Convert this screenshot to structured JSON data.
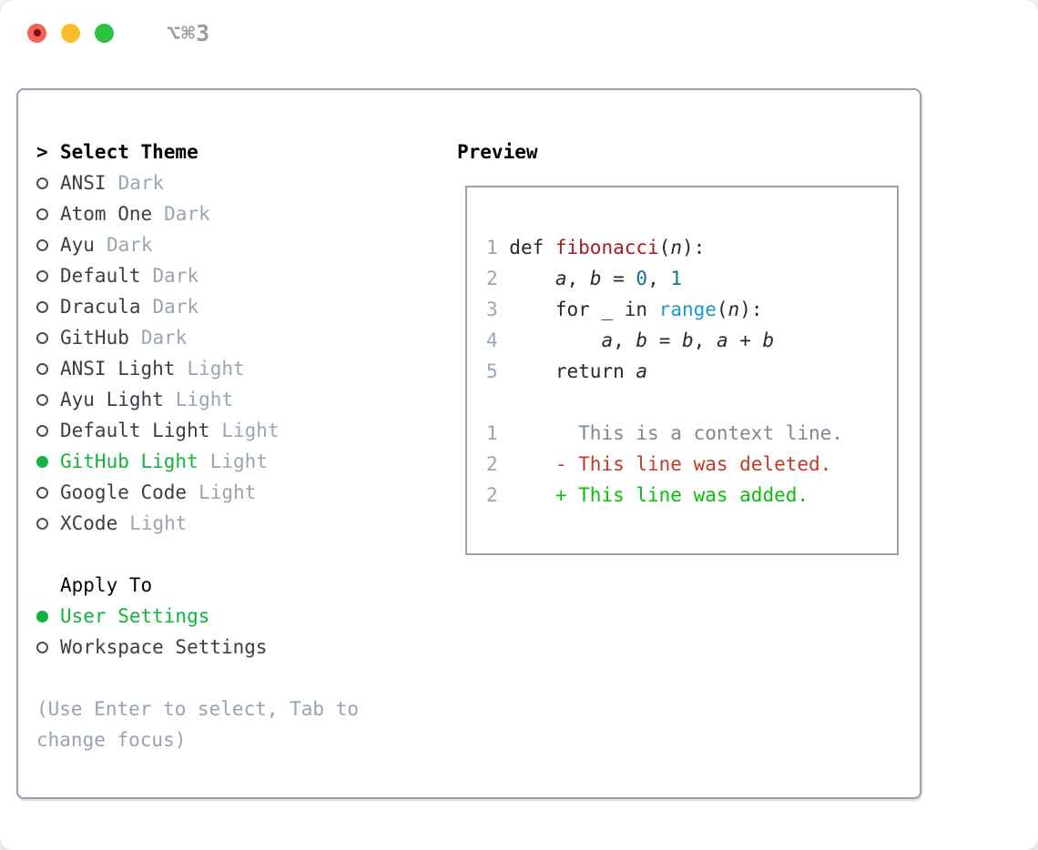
{
  "titlebar": {
    "title": "⌥⌘3"
  },
  "theme_picker": {
    "header_marker": ">",
    "header": "Select Theme",
    "items": [
      {
        "label": "ANSI",
        "tag": "Dark",
        "selected": false
      },
      {
        "label": "Atom One",
        "tag": "Dark",
        "selected": false
      },
      {
        "label": "Ayu",
        "tag": "Dark",
        "selected": false
      },
      {
        "label": "Default",
        "tag": "Dark",
        "selected": false
      },
      {
        "label": "Dracula",
        "tag": "Dark",
        "selected": false
      },
      {
        "label": "GitHub",
        "tag": "Dark",
        "selected": false
      },
      {
        "label": "ANSI Light",
        "tag": "Light",
        "selected": false
      },
      {
        "label": "Ayu Light",
        "tag": "Light",
        "selected": false
      },
      {
        "label": "Default Light",
        "tag": "Light",
        "selected": false
      },
      {
        "label": "GitHub Light",
        "tag": "Light",
        "selected": true
      },
      {
        "label": "Google Code",
        "tag": "Light",
        "selected": false
      },
      {
        "label": "XCode",
        "tag": "Light",
        "selected": false
      }
    ]
  },
  "apply_to": {
    "header": "Apply To",
    "options": [
      {
        "label": "User Settings",
        "selected": true
      },
      {
        "label": "Workspace Settings",
        "selected": false
      }
    ]
  },
  "hint": {
    "line1": "(Use Enter to select, Tab to",
    "line2": "change focus)"
  },
  "preview": {
    "header": "Preview",
    "lines": [
      {
        "num": "1",
        "tokens": [
          {
            "t": "def ",
            "c": "k"
          },
          {
            "t": "fibonacci",
            "c": "fn"
          },
          {
            "t": "(",
            "c": "k"
          },
          {
            "t": "n",
            "c": "var"
          },
          {
            "t": "):",
            "c": "k"
          }
        ]
      },
      {
        "num": "2",
        "tokens": [
          {
            "t": "    ",
            "c": "k"
          },
          {
            "t": "a",
            "c": "var"
          },
          {
            "t": ", ",
            "c": "k"
          },
          {
            "t": "b",
            "c": "var"
          },
          {
            "t": " = ",
            "c": "k"
          },
          {
            "t": "0",
            "c": "num"
          },
          {
            "t": ", ",
            "c": "k"
          },
          {
            "t": "1",
            "c": "num"
          }
        ]
      },
      {
        "num": "3",
        "tokens": [
          {
            "t": "    for _ in ",
            "c": "k"
          },
          {
            "t": "range",
            "c": "call"
          },
          {
            "t": "(",
            "c": "k"
          },
          {
            "t": "n",
            "c": "var"
          },
          {
            "t": "):",
            "c": "k"
          }
        ]
      },
      {
        "num": "4",
        "tokens": [
          {
            "t": "        ",
            "c": "k"
          },
          {
            "t": "a",
            "c": "var"
          },
          {
            "t": ", ",
            "c": "k"
          },
          {
            "t": "b",
            "c": "var"
          },
          {
            "t": " = ",
            "c": "k"
          },
          {
            "t": "b",
            "c": "var"
          },
          {
            "t": ", ",
            "c": "k"
          },
          {
            "t": "a",
            "c": "var"
          },
          {
            "t": " + ",
            "c": "k"
          },
          {
            "t": "b",
            "c": "var"
          }
        ]
      },
      {
        "num": "5",
        "tokens": [
          {
            "t": "    return ",
            "c": "k"
          },
          {
            "t": "a",
            "c": "var"
          }
        ]
      },
      {
        "num": "",
        "tokens": []
      },
      {
        "num": "1",
        "tokens": [
          {
            "t": "      This is a context line.",
            "c": "ctx"
          }
        ]
      },
      {
        "num": "2",
        "tokens": [
          {
            "t": "    ",
            "c": "k"
          },
          {
            "t": "- This line was deleted.",
            "c": "del"
          }
        ]
      },
      {
        "num": "2",
        "tokens": [
          {
            "t": "    ",
            "c": "k"
          },
          {
            "t": "+ This line was added.",
            "c": "add"
          }
        ]
      }
    ]
  },
  "colors": {
    "selection_green": "#12b33e",
    "diff_added_green": "#0cbd0c",
    "diff_deleted_red": "#c23b2a",
    "function_red": "#a81c1c",
    "number_teal": "#0e7680",
    "builtin_blue": "#1e96cc",
    "muted_gray": "#9aa5b2",
    "context_gray": "#7f8890",
    "border_gray": "#9aa2ae",
    "traffic_red": "#f46157",
    "traffic_yellow": "#fbbd2e",
    "traffic_green": "#30c342"
  }
}
